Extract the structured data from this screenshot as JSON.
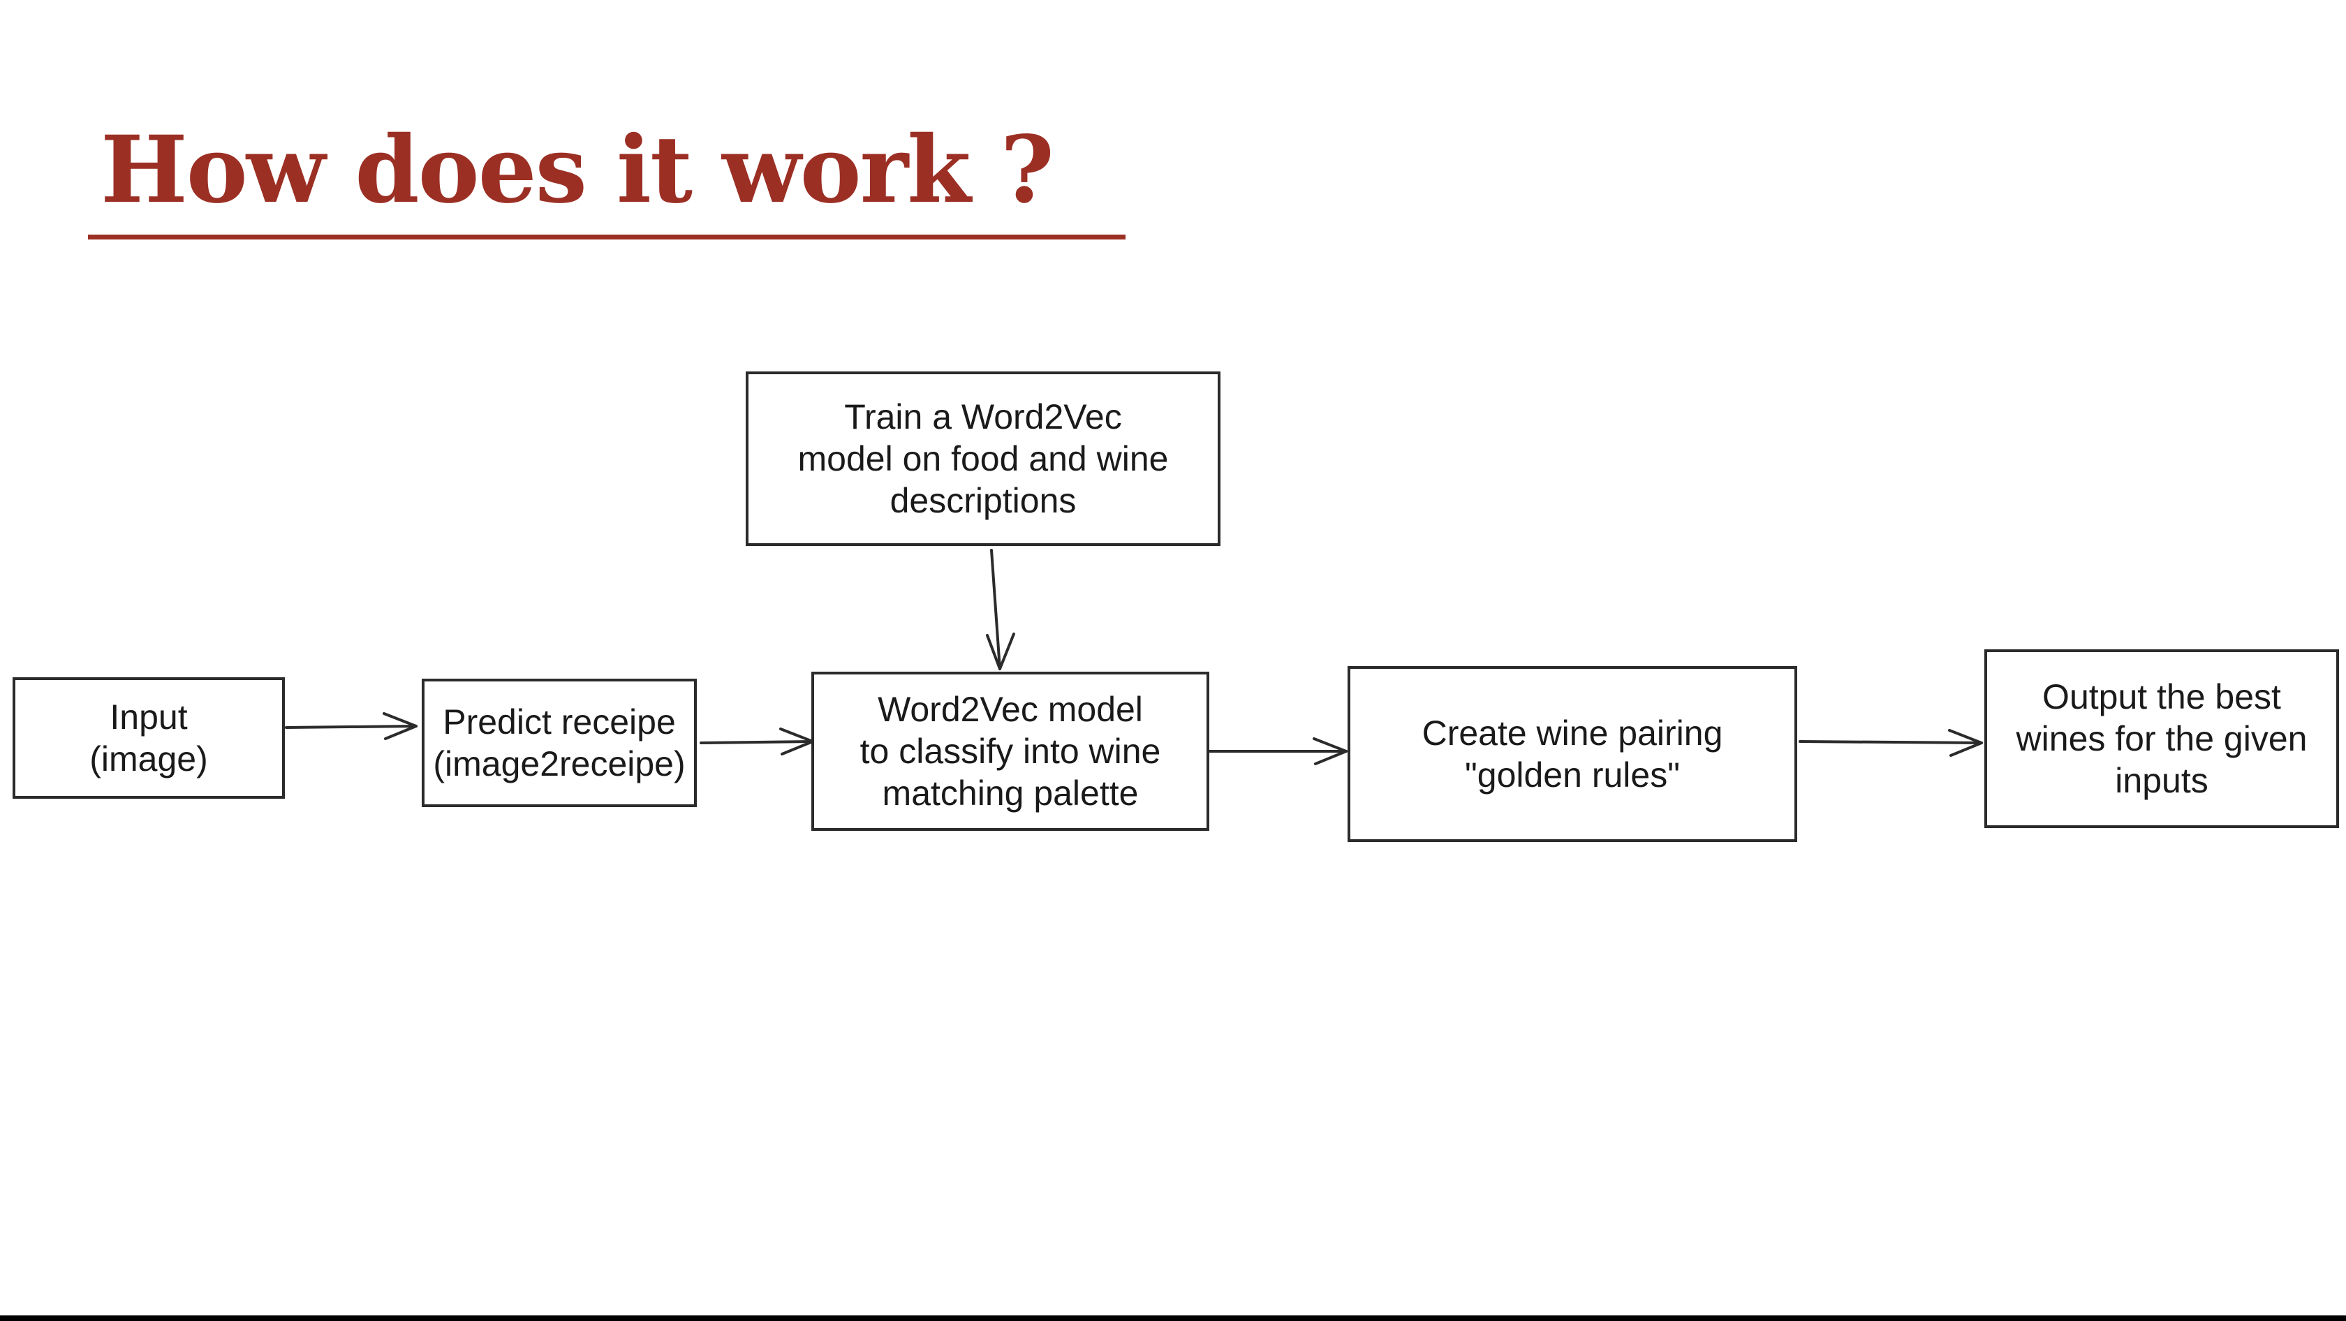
{
  "slide": {
    "title": "How does it work ?",
    "accent_color": "#9c2f24"
  },
  "diagram": {
    "nodes": [
      {
        "id": "input",
        "label": "Input\n(image)"
      },
      {
        "id": "predict",
        "label": "Predict receipe\n(image2receipe)"
      },
      {
        "id": "train",
        "label": "Train a Word2Vec\nmodel on food and wine\ndescriptions"
      },
      {
        "id": "classify",
        "label": "Word2Vec model\nto classify into wine\nmatching palette"
      },
      {
        "id": "rules",
        "label": "Create wine pairing\n\"golden rules\""
      },
      {
        "id": "output",
        "label": "Output the best\nwines for the given\ninputs"
      }
    ],
    "edges": [
      {
        "from": "input",
        "to": "predict"
      },
      {
        "from": "predict",
        "to": "classify"
      },
      {
        "from": "train",
        "to": "classify"
      },
      {
        "from": "classify",
        "to": "rules"
      },
      {
        "from": "rules",
        "to": "output"
      }
    ]
  }
}
